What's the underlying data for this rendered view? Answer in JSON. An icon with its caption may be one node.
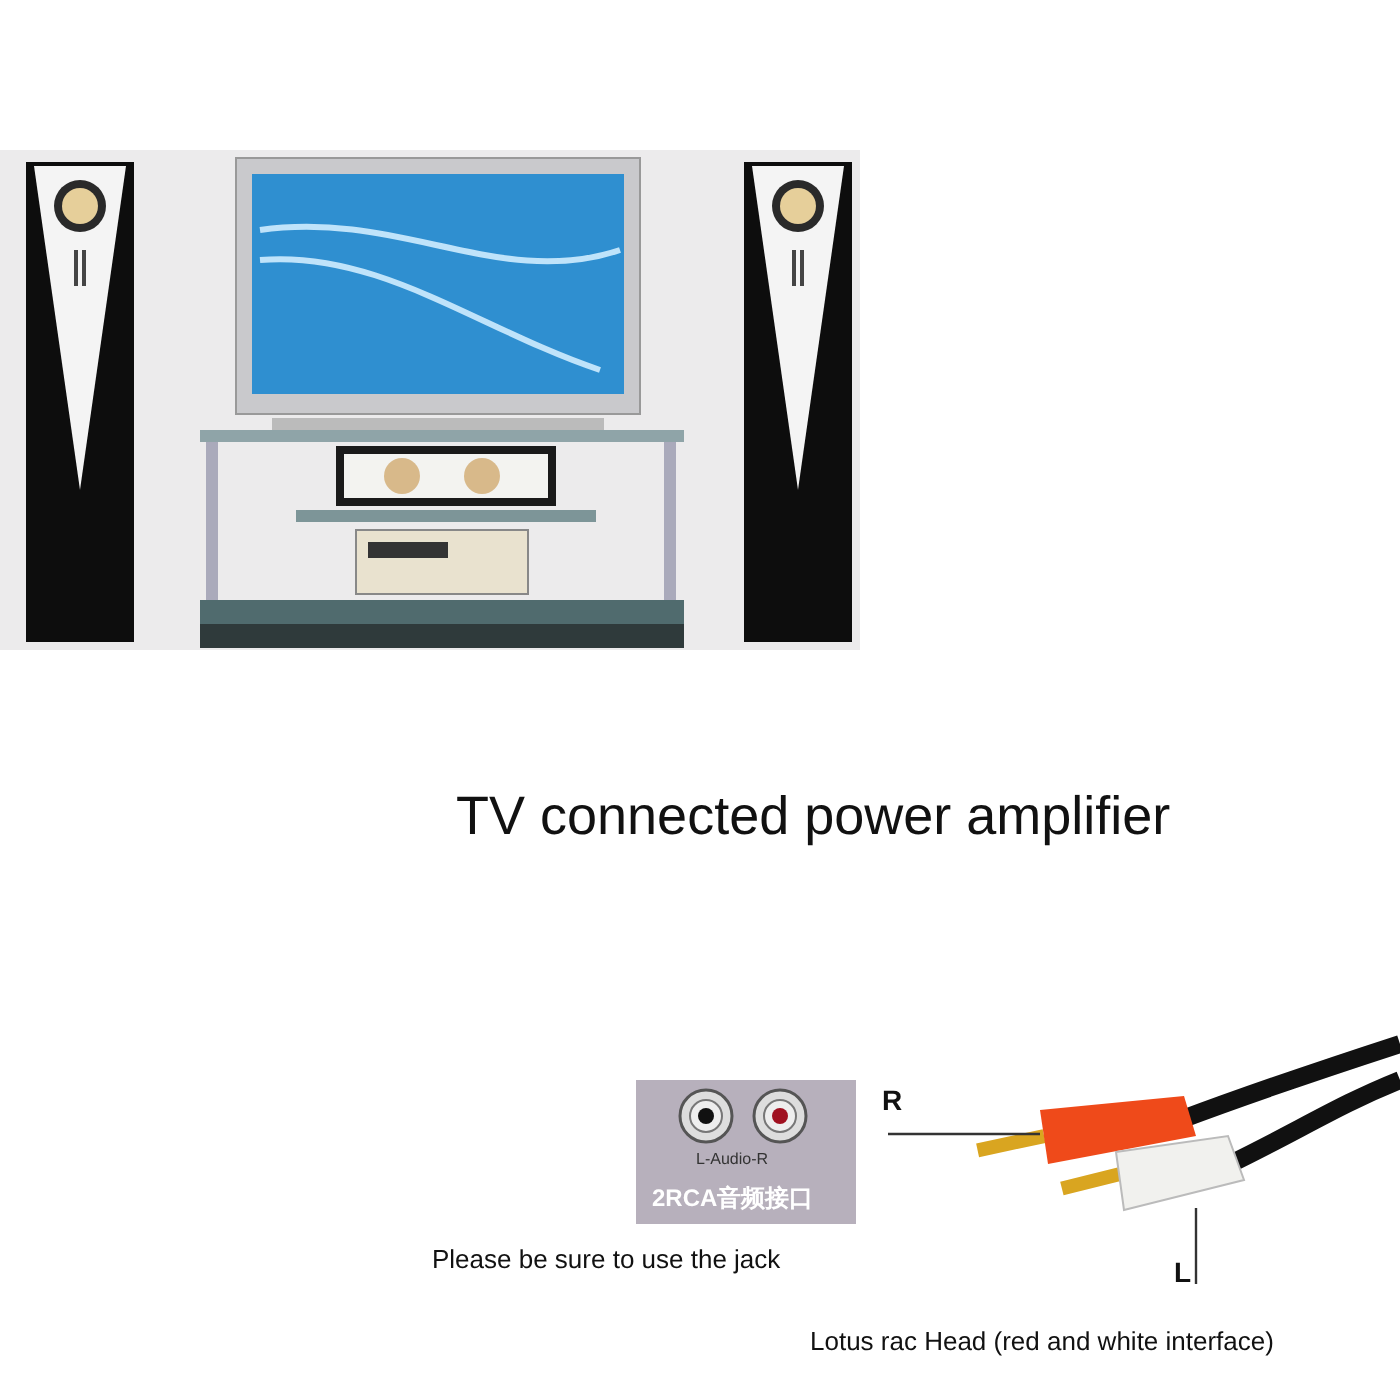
{
  "diagram": {
    "title": "TV connected power amplifier",
    "nodes": [
      {
        "text": [
          "R"
        ]
      },
      {
        "text": [],
        "shape": "picture"
      },
      {
        "text": [
          "L"
        ]
      },
      {
        "text": [],
        "shape": "picture"
      }
    ],
    "edges": [
      {
        "from": 0,
        "to": 1,
        "arrow": "none"
      },
      {
        "from": 2,
        "to": 3,
        "arrow": "none"
      }
    ],
    "labels": [
      "L-Audio-R",
      "2RCA音频接口",
      "Please be sure to use the jack",
      "Lotus rac Head (red and white interface)"
    ]
  }
}
